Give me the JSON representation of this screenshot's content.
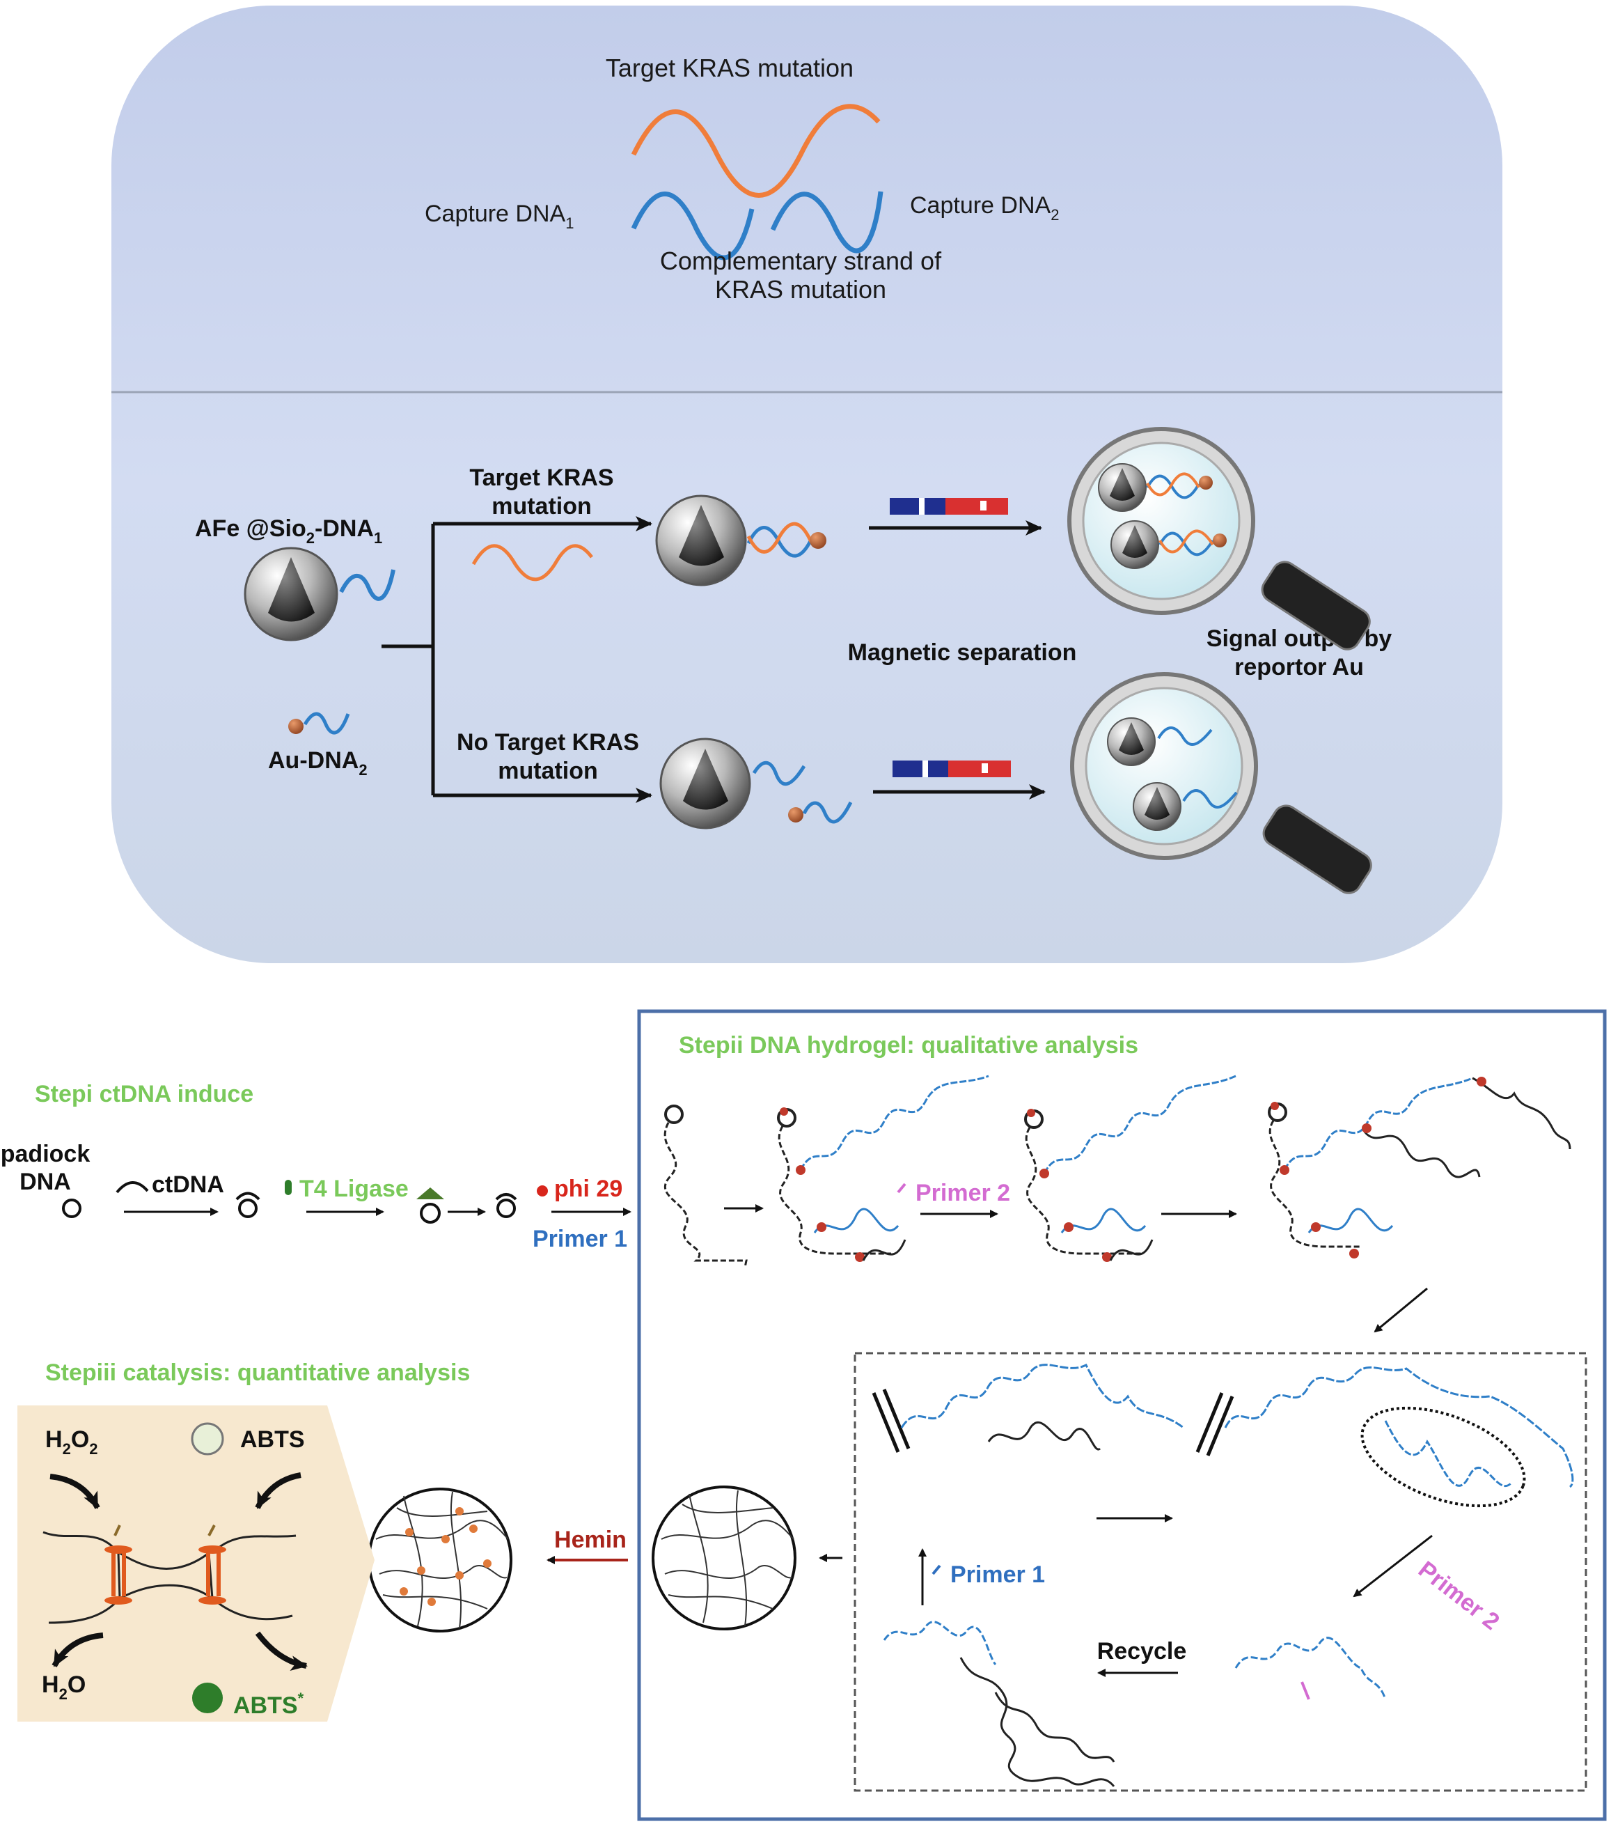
{
  "top_panel": {
    "target_label": "Target KRAS mutation",
    "capture1": "Capture DNA",
    "capture1_sub": "1",
    "capture2": "Capture DNA",
    "capture2_sub": "2",
    "complementary_line1": "Complementary strand of",
    "complementary_line2": "KRAS mutation",
    "afe_label_a": "AFe @Sio",
    "afe_label_sub": "2",
    "afe_label_b": "-DNA",
    "afe_label_sub2": "1",
    "au_label": "Au-DNA",
    "au_label_sub": "2",
    "target_branch_line1": "Target KRAS",
    "target_branch_line2": "mutation",
    "no_target_line1": "No Target KRAS",
    "no_target_line2": "mutation",
    "magnetic_separation": "Magnetic separation",
    "signal_line1": "Signal output by",
    "signal_line2": "reportor Au"
  },
  "bottom_panel": {
    "step1_title": "Stepi ctDNA induce",
    "padlock_line1": "padiock",
    "padlock_line2": "DNA",
    "ctdna": "ctDNA",
    "t4_ligase": "T4 Ligase",
    "phi29": "phi 29",
    "primer1": "Primer 1",
    "primer2": "Primer 2",
    "step2_title": "Stepii DNA hydrogel: qualitative analysis",
    "step3_title": "Stepiii catalysis: quantitative analysis",
    "h2o2": "H",
    "h2o2_sub1": "2",
    "h2o2_o": "O",
    "h2o2_sub2": "2",
    "h2o_h": "H",
    "h2o_sub": "2",
    "h2o_o": "O",
    "abts": "ABTS",
    "abts_star": "ABTS",
    "abts_star_sup": "*",
    "hemin": "Hemin",
    "recycle": "Recycle"
  },
  "colors": {
    "panel_fill": "#cdd8ee",
    "orange_strand": "#f07d3a",
    "blue_strand": "#2f7fc8",
    "green_text": "#7ac95a",
    "frame_blue": "#4c6fa8"
  }
}
